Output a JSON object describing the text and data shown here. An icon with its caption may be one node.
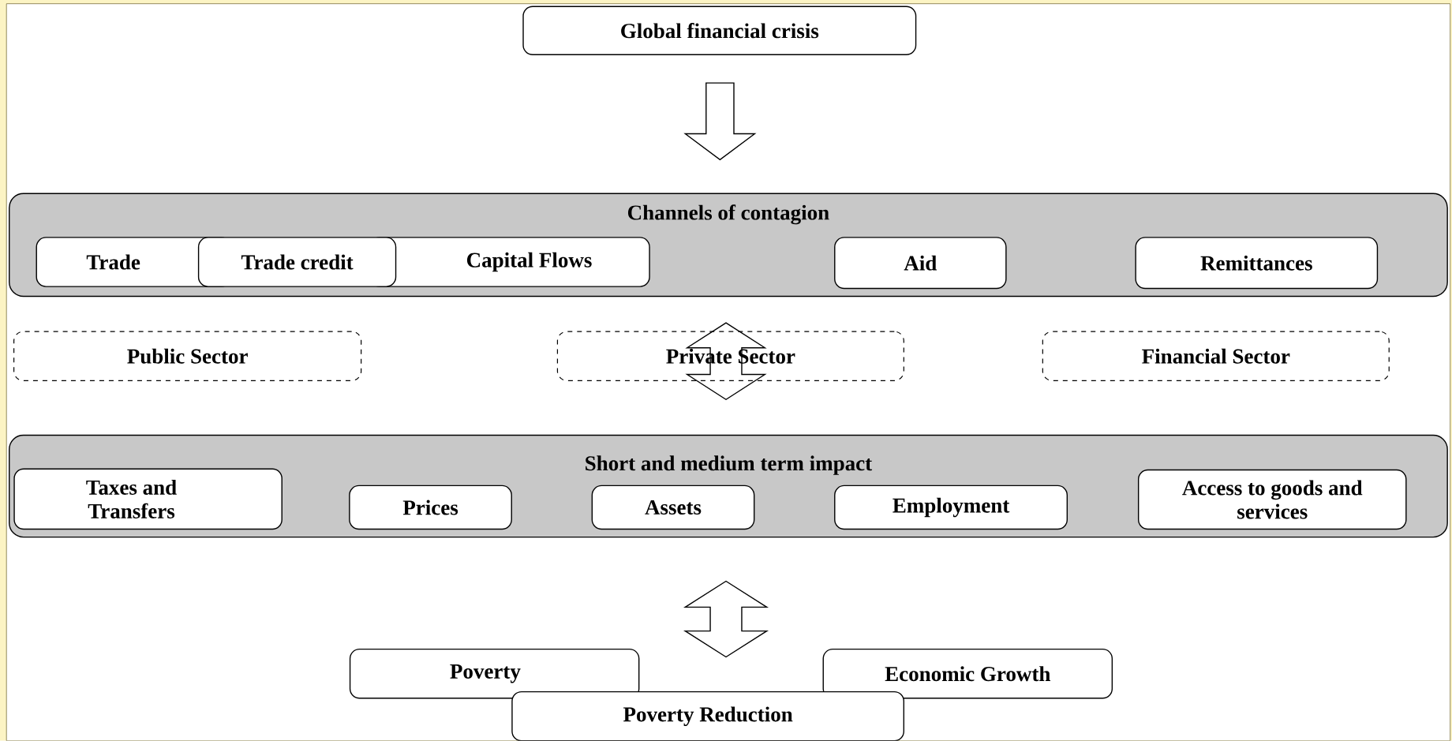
{
  "diagram": {
    "nodes": [
      {
        "text": [
          "Global financial crisis"
        ]
      },
      {
        "text": [
          "Channels of contagion"
        ]
      },
      {
        "text": [
          "Trade"
        ],
        "in": 1
      },
      {
        "text": [
          "Trade credit"
        ],
        "in": 1
      },
      {
        "text": [
          "Capital Flows"
        ],
        "in": 1
      },
      {
        "text": [
          "Aid"
        ],
        "in": 1
      },
      {
        "text": [
          "Remittances"
        ],
        "in": 1
      },
      {
        "text": [
          "Public Sector"
        ]
      },
      {
        "text": [
          "Private Sector"
        ]
      },
      {
        "text": [
          "Financial Sector"
        ]
      },
      {
        "text": [
          "Short and medium term impact"
        ]
      },
      {
        "text": [
          "Taxes and Transfers"
        ],
        "in": 10
      },
      {
        "text": [
          "Prices"
        ],
        "in": 10
      },
      {
        "text": [
          "Assets"
        ],
        "in": 10
      },
      {
        "text": [
          "Employment"
        ],
        "in": 10
      },
      {
        "text": [
          "Access to goods and services"
        ],
        "in": 10
      },
      {
        "text": [
          "Poverty"
        ]
      },
      {
        "text": [
          "Economic Growth"
        ]
      },
      {
        "text": [
          "Poverty Reduction"
        ]
      }
    ],
    "edges": [
      {
        "from": 0,
        "to": 1,
        "arrow": "to"
      },
      {
        "from": 1,
        "to": 10,
        "arrow": "both"
      },
      {
        "from": 10,
        "to": 18,
        "arrow": "both"
      }
    ]
  }
}
